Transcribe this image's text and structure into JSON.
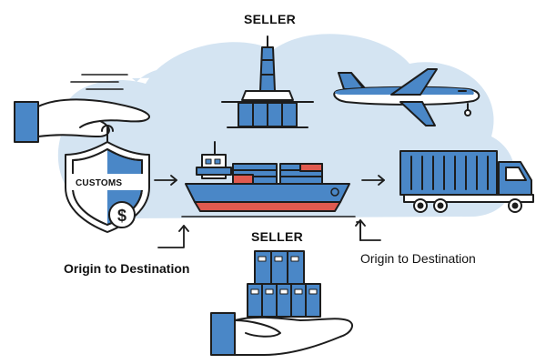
{
  "labels": {
    "seller_top": "SELLER",
    "seller_bottom": "SELLER",
    "customs": "CUSTOMS",
    "origin_left": "Origin to Destination",
    "origin_right": "Origin to Destination",
    "currency_symbol": "$"
  },
  "icons": [
    "cloud-background",
    "protecting-hand-icon",
    "customs-shield-icon",
    "dollar-coin-icon",
    "oil-platform-icon",
    "airplane-icon",
    "cargo-ship-icon",
    "container-truck-icon",
    "container-stack-icon",
    "open-hand-icon",
    "arrow-right-icon",
    "elbow-arrow-icon"
  ],
  "colors": {
    "primary_blue": "#4a87c7",
    "cloud_blue": "#d4e4f2",
    "hull_red": "#e05a4f",
    "outline": "#1d1d1d",
    "skin": "#ffffff"
  }
}
